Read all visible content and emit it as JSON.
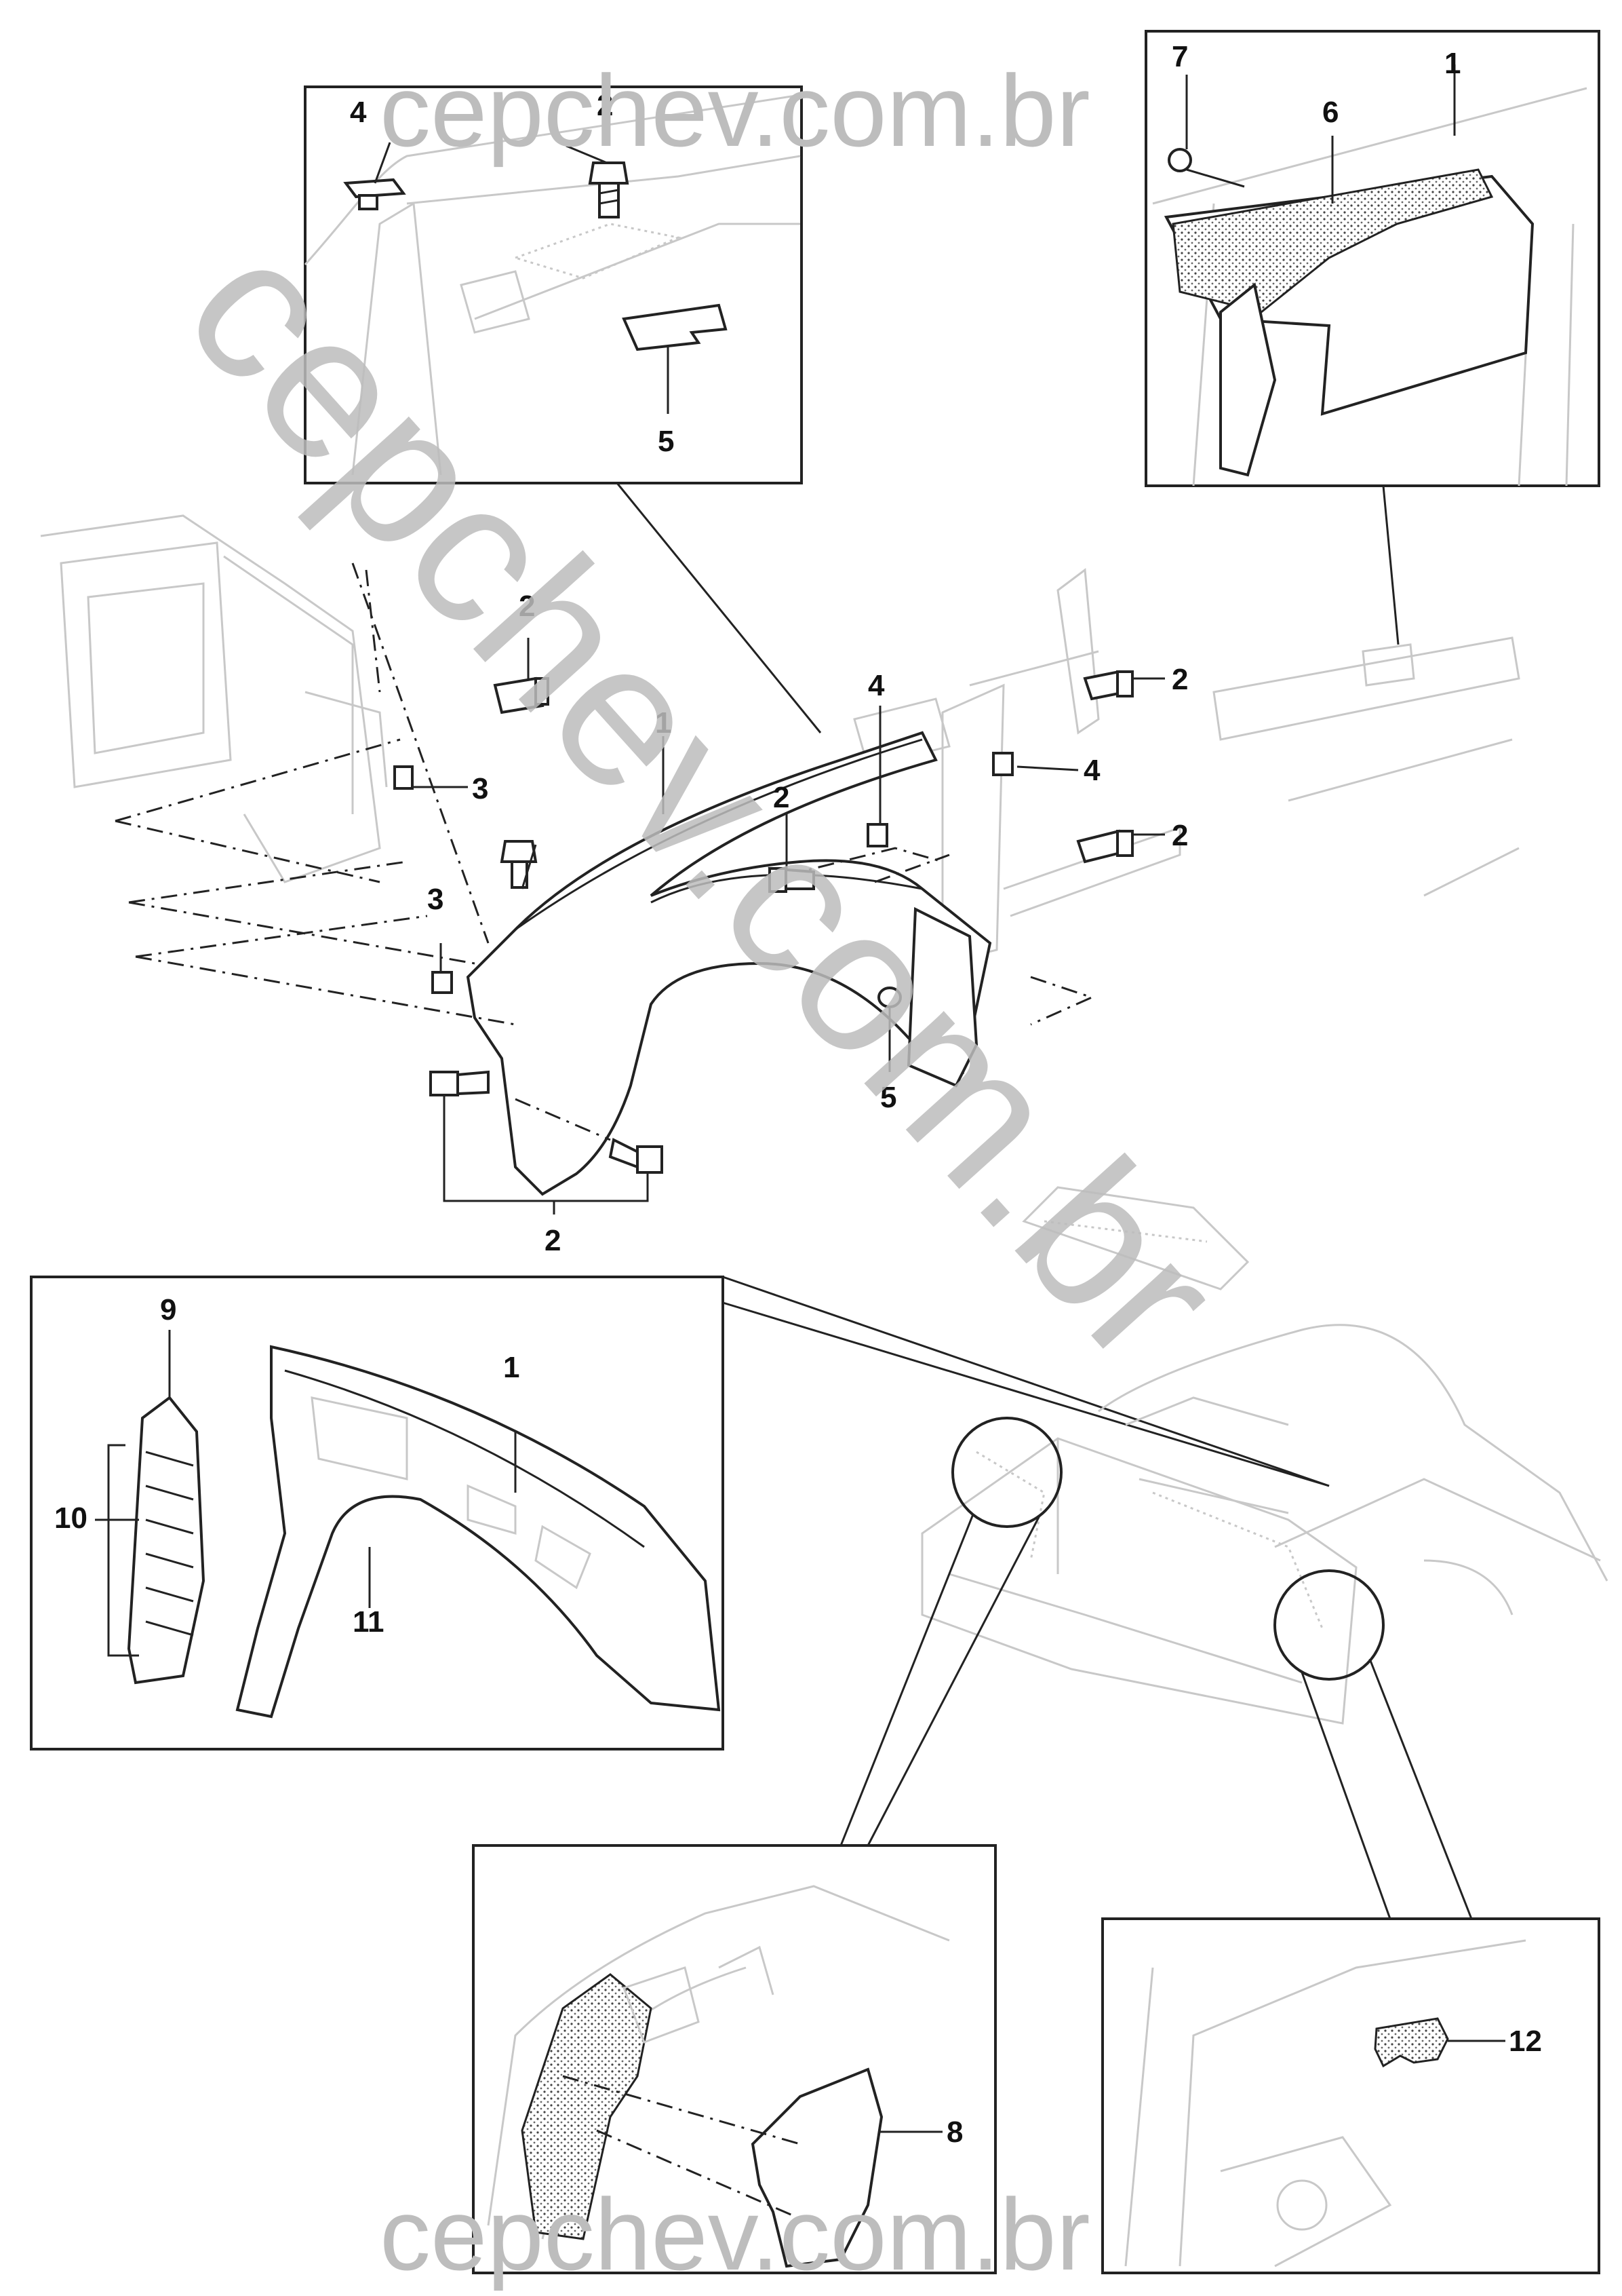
{
  "watermark": {
    "top": "cepchev.com.br",
    "bottom": "cepchev.com.br",
    "diagonal": "cepchev.com.br"
  },
  "callouts": {
    "topleft_4": "4",
    "topleft_2": "2",
    "topleft_5": "5",
    "topright_7": "7",
    "topright_1": "1",
    "topright_6": "6",
    "main_2a": "2",
    "main_3a": "3",
    "main_3b": "3",
    "main_1": "1",
    "main_2b": "2",
    "main_4a": "4",
    "main_4b": "4",
    "main_2c": "2",
    "main_2d": "2",
    "main_5": "5",
    "main_2e": "2",
    "inner_9": "9",
    "inner_1": "1",
    "inner_10": "10",
    "inner_11": "11",
    "bottom_8": "8",
    "bottom_12": "12"
  }
}
